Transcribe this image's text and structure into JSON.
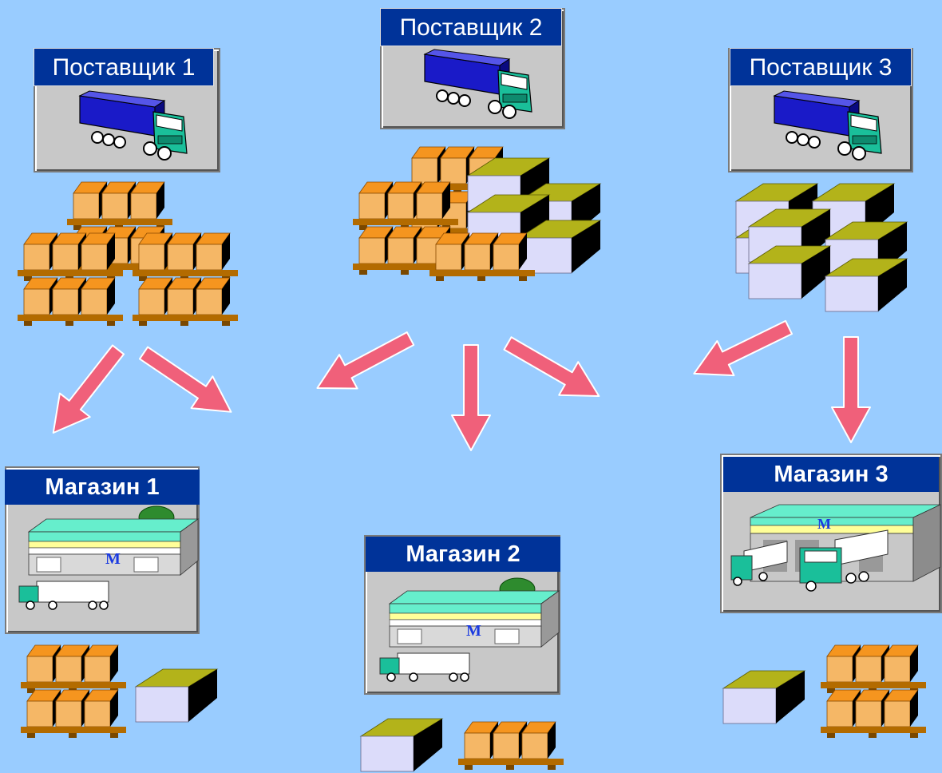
{
  "suppliers": [
    {
      "label": "Поставщик 1"
    },
    {
      "label": "Поставщик 2"
    },
    {
      "label": "Поставщик 3"
    }
  ],
  "stores": [
    {
      "label": "Магазин 1"
    },
    {
      "label": "Магазин 2"
    },
    {
      "label": "Магазин 3"
    }
  ],
  "store_sign": "M",
  "colors": {
    "background": "#99CCFF",
    "label_bg": "#003399",
    "arrow": "#F0607A",
    "truck_trailer": "#1A1AC8",
    "truck_cab": "#1ABF9A",
    "box_orange_top": "#F5951F",
    "box_orange_front": "#F5B766",
    "box_lavender_front": "#DCDCFA",
    "box_olive_top": "#B3B31A",
    "pallet": "#B36B00"
  }
}
